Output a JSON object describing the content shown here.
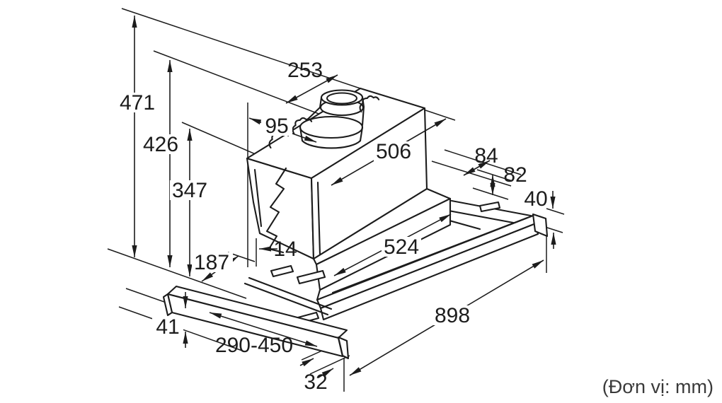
{
  "diagram": {
    "type": "technical-dimension-drawing",
    "subject": "telescopic-range-hood",
    "caption": "(Đơn vị: mm)",
    "dimensions": {
      "d471": "471",
      "d426": "426",
      "d347": "347",
      "d253": "253",
      "d95": "95",
      "d506": "506",
      "d84": "84",
      "d82": "82",
      "d40": "40",
      "d14": "14",
      "d524": "524",
      "d187": "187",
      "d41": "41",
      "d290_450": "290-450",
      "d898": "898",
      "d32": "32"
    },
    "colors": {
      "line": "#1c1c1c",
      "caption_text": "#3a3a3a",
      "background": "#ffffff"
    }
  }
}
